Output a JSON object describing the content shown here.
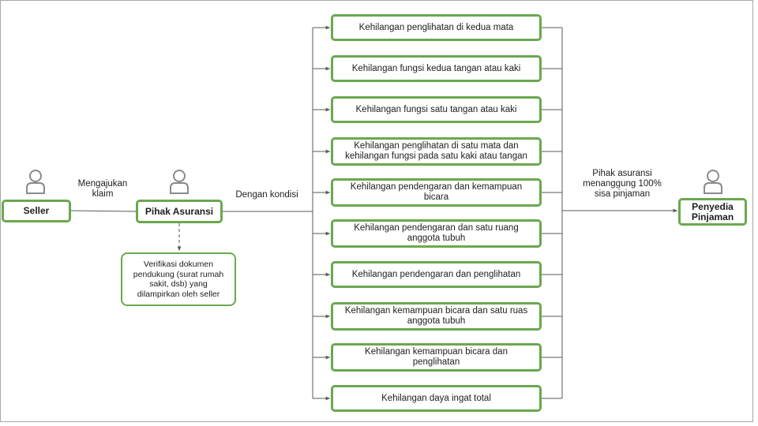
{
  "actors": {
    "seller": {
      "label": "Seller",
      "icon": "person-icon"
    },
    "insurer": {
      "label": "Pihak Asuransi",
      "icon": "person-icon"
    },
    "lender": {
      "label": "Penyedia\nPinjaman",
      "icon": "person-icon"
    }
  },
  "edges": {
    "claim": "Mengajukan\nklaim",
    "condition": "Dengan kondisi",
    "coverage": "Pihak asuransi\nmenanggung 100%\nsisa pinjaman"
  },
  "verification_note": "Verifikasi dokumen\npendukung (surat rumah\nsakit, dsb) yang\ndilampirkan oleh seller",
  "conditions": [
    "Kehilangan penglihatan di kedua mata",
    "Kehilangan fungsi kedua tangan atau kaki",
    "Kehilangan fungsi satu tangan atau kaki",
    "Kehilangan penglihatan di satu mata dan\nkehilangan fungsi pada satu kaki atau tangan",
    "Kehilangan pendengaran dan kemampuan\nbicara",
    "Kehilangan pendengaran dan satu ruang\nanggota tubuh",
    "Kehilangan pendengaran dan penglihatan",
    "Kehilangan kemampuan bicara dan satu ruas\nanggota tubuh",
    "Kehilangan kemampuan bicara dan\npenglihatan",
    "Kehilangan daya ingat total"
  ],
  "colors": {
    "border": "#6aa84f",
    "line": "#595959",
    "icon": "#8a8a8a"
  }
}
